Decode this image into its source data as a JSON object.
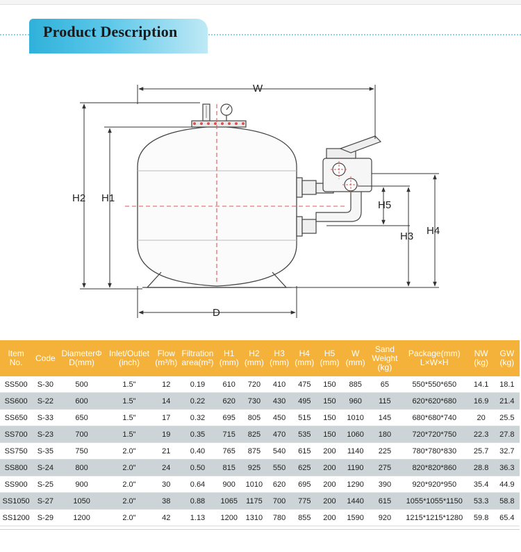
{
  "header": {
    "title": "Product Description"
  },
  "diagram": {
    "labels": {
      "w": "W",
      "h2": "H2",
      "h1": "H1",
      "d": "D",
      "h5": "H5",
      "h3": "H3",
      "h4": "H4"
    }
  },
  "table": {
    "headers": [
      [
        "Item",
        "No."
      ],
      [
        "Code"
      ],
      [
        "DiameterΦ",
        "D(mm)"
      ],
      [
        "Inlet/Outlet",
        "(inch)"
      ],
      [
        "Flow",
        "(m³/h)"
      ],
      [
        "Filtration",
        "area(m²)"
      ],
      [
        "H1",
        "(mm)"
      ],
      [
        "H2",
        "(mm)"
      ],
      [
        "H3",
        "(mm)"
      ],
      [
        "H4",
        "(mm)"
      ],
      [
        "H5",
        "(mm)"
      ],
      [
        "W",
        "(mm)"
      ],
      [
        "Sand",
        "Weight",
        "(kg)"
      ],
      [
        "Package(mm)",
        "L×W×H"
      ],
      [
        "NW",
        "(kg)"
      ],
      [
        "GW",
        "(kg)"
      ]
    ],
    "rows": [
      [
        "SS500",
        "S-30",
        "500",
        "1.5\"",
        "12",
        "0.19",
        "610",
        "720",
        "410",
        "475",
        "150",
        "885",
        "65",
        "550*550*650",
        "14.1",
        "18.1"
      ],
      [
        "SS600",
        "S-22",
        "600",
        "1.5\"",
        "14",
        "0.22",
        "620",
        "730",
        "430",
        "495",
        "150",
        "960",
        "115",
        "620*620*680",
        "16.9",
        "21.4"
      ],
      [
        "SS650",
        "S-33",
        "650",
        "1.5\"",
        "17",
        "0.32",
        "695",
        "805",
        "450",
        "515",
        "150",
        "1010",
        "145",
        "680*680*740",
        "20",
        "25.5"
      ],
      [
        "SS700",
        "S-23",
        "700",
        "1.5\"",
        "19",
        "0.35",
        "715",
        "825",
        "470",
        "535",
        "150",
        "1060",
        "180",
        "720*720*750",
        "22.3",
        "27.8"
      ],
      [
        "SS750",
        "S-35",
        "750",
        "2.0\"",
        "21",
        "0.40",
        "765",
        "875",
        "540",
        "615",
        "200",
        "1140",
        "225",
        "780*780*830",
        "25.7",
        "32.7"
      ],
      [
        "SS800",
        "S-24",
        "800",
        "2.0\"",
        "24",
        "0.50",
        "815",
        "925",
        "550",
        "625",
        "200",
        "1190",
        "275",
        "820*820*860",
        "28.8",
        "36.3"
      ],
      [
        "SS900",
        "S-25",
        "900",
        "2.0\"",
        "30",
        "0.64",
        "900",
        "1010",
        "620",
        "695",
        "200",
        "1290",
        "390",
        "920*920*950",
        "35.4",
        "44.9"
      ],
      [
        "SS1050",
        "S-27",
        "1050",
        "2.0\"",
        "38",
        "0.88",
        "1065",
        "1175",
        "700",
        "775",
        "200",
        "1440",
        "615",
        "1055*1055*1150",
        "53.3",
        "58.8"
      ],
      [
        "SS1200",
        "S-29",
        "1200",
        "2.0\"",
        "42",
        "1.13",
        "1200",
        "1310",
        "780",
        "855",
        "200",
        "1590",
        "920",
        "1215*1215*1280",
        "59.8",
        "65.4"
      ]
    ]
  }
}
